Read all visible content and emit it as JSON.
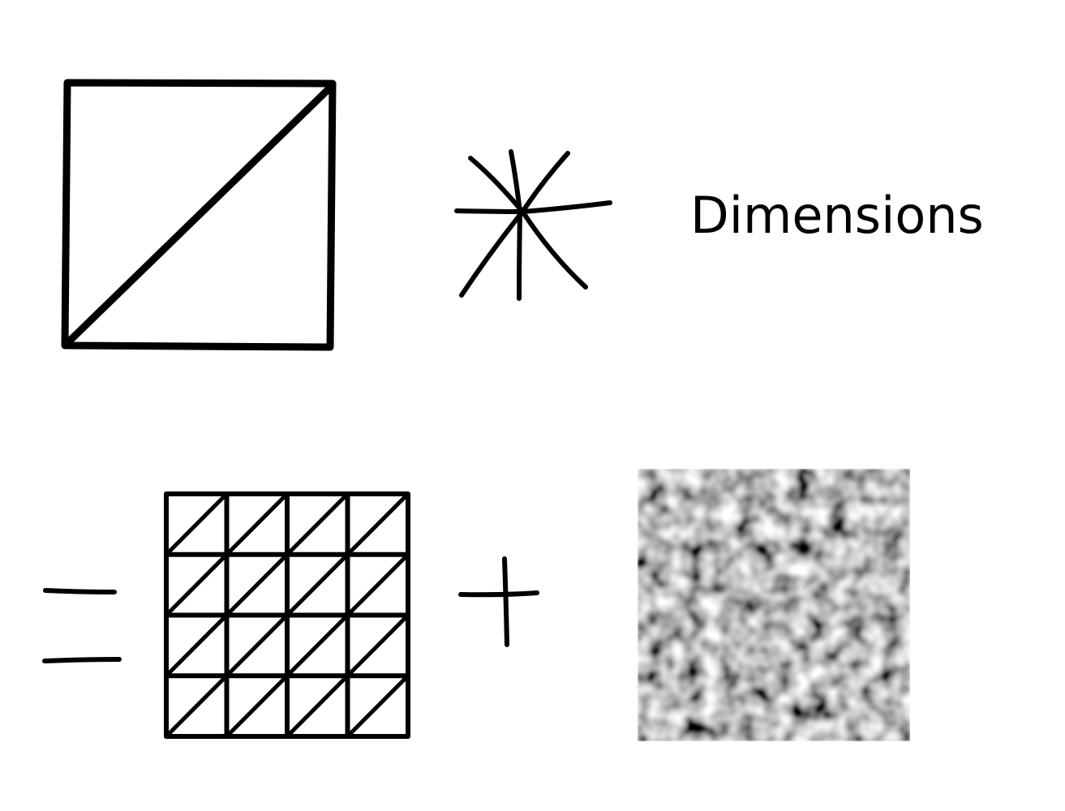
{
  "diagram": {
    "label": "Dimensions",
    "ink_color": "#000000",
    "background_color": "#ffffff",
    "shapes": [
      {
        "name": "square-with-diagonal",
        "description_icon": "square-diagonal-icon"
      },
      {
        "name": "multiply-sign",
        "description_icon": "asterisk-icon"
      },
      {
        "name": "equals-sign",
        "description_icon": "equals-icon"
      },
      {
        "name": "triangulated-grid",
        "description_icon": "mesh-grid-icon"
      },
      {
        "name": "plus-sign",
        "description_icon": "plus-icon"
      },
      {
        "name": "noise-texture",
        "description_icon": "noise-texture-icon"
      }
    ],
    "grid": {
      "rows": 4,
      "cols": 4
    }
  }
}
